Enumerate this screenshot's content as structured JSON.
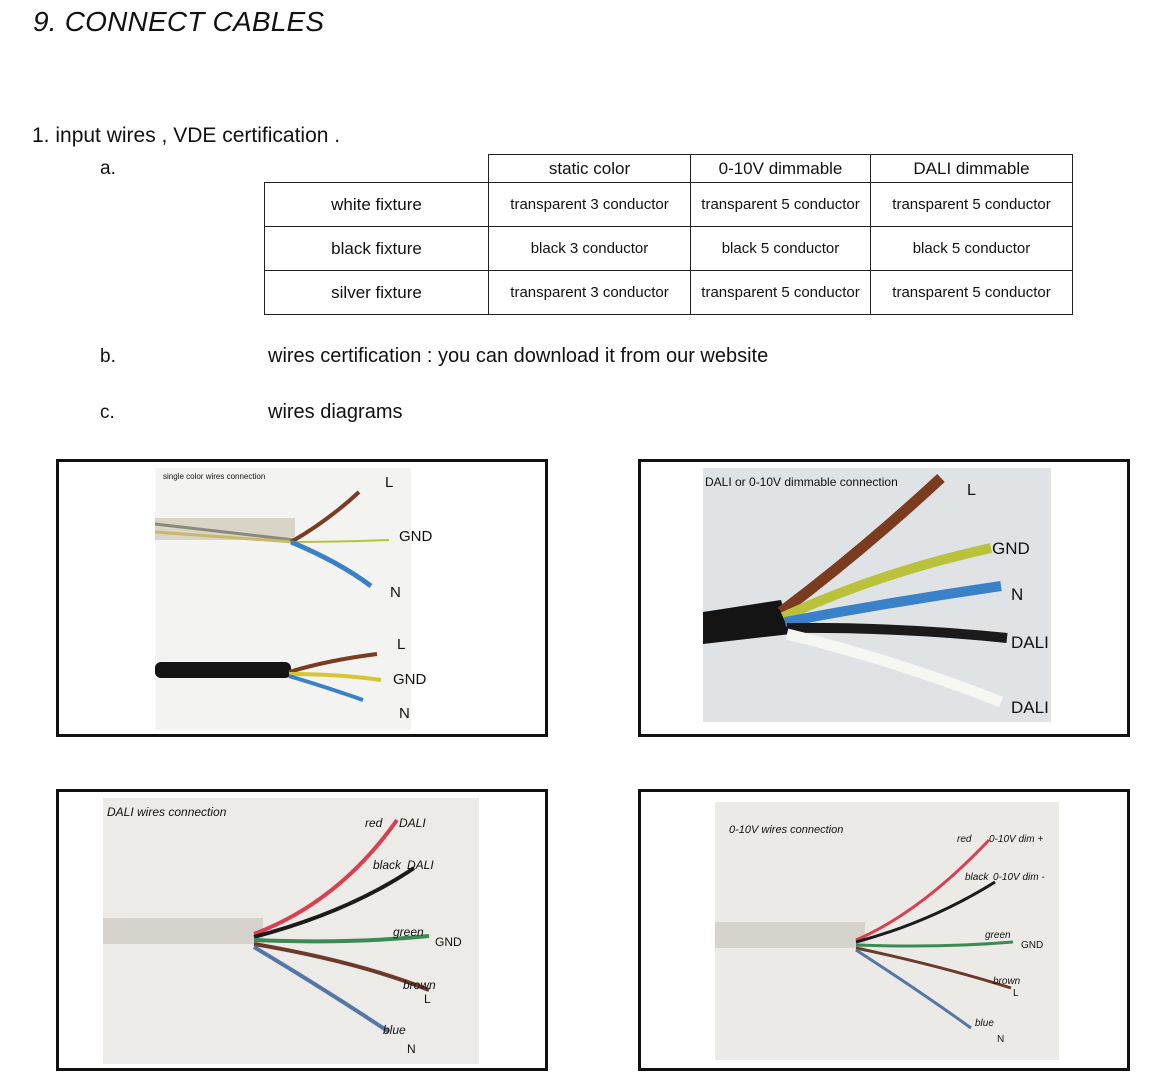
{
  "heading": "9. CONNECT CABLES",
  "section_title": "1. input wires , VDE  certification .",
  "item_a": "a.",
  "item_b": "b.",
  "item_c": "c.",
  "table": {
    "headers": [
      "",
      "static color",
      "0-10V dimmable",
      "DALI dimmable"
    ],
    "rows": [
      {
        "name": "white fixture",
        "cells": [
          "transparent  3  conductor",
          "transparent  5  conductor",
          "transparent  5  conductor"
        ]
      },
      {
        "name": "black fixture",
        "cells": [
          "black  3  conductor",
          "black  5  conductor",
          "black  5  conductor"
        ]
      },
      {
        "name": "silver fixture",
        "cells": [
          "transparent  3  conductor",
          "transparent  5  conductor",
          "transparent  5  conductor"
        ]
      }
    ]
  },
  "b_text": "wires  certification :  you can download it from  our  website",
  "c_text": "wires diagrams",
  "photos": {
    "single": {
      "caption": "single color wires connection",
      "labels": {
        "L1": "L",
        "GND1": "GND",
        "N1": "N",
        "L2": "L",
        "GND2": "GND",
        "N2": "N"
      }
    },
    "dim": {
      "caption": "DALI  or  0-10V dimmable connection",
      "labels": {
        "L": "L",
        "GND": "GND",
        "N": "N",
        "DALI1": "DALI",
        "DALI2": "DALI"
      }
    },
    "dali": {
      "caption": "DALI  wires connection",
      "labels": {
        "red": "red",
        "red_fn": "DALI",
        "black": "black",
        "black_fn": "DALI",
        "green": "green",
        "green_fn": "GND",
        "brown": "brown",
        "brown_fn": "L",
        "blue": "blue",
        "blue_fn": "N"
      }
    },
    "v010": {
      "caption": "0-10V wires connection",
      "labels": {
        "red": "red",
        "red_fn": "0-10V  dim  +",
        "black": "black",
        "black_fn": "0-10V  dim  -",
        "green": "green",
        "green_fn": "GND",
        "brown": "brown",
        "brown_fn": "L",
        "blue": "blue",
        "blue_fn": "N"
      }
    }
  },
  "colors": {
    "brown": "#7a3b1e",
    "blue": "#3a82c8",
    "yellow_green": "#b9c23a",
    "black": "#1b1b1b",
    "white": "#f2f2ee",
    "red": "#d84050",
    "green": "#3d8a55"
  }
}
